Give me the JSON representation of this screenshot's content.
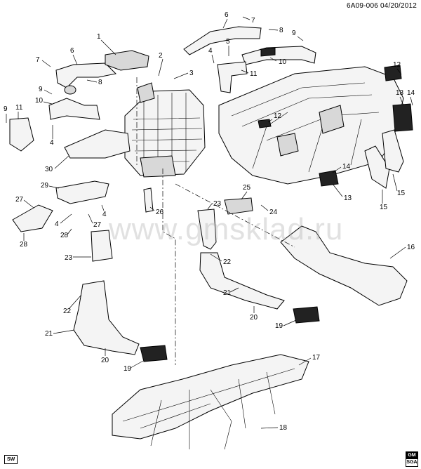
{
  "header": {
    "doc_ref": "6A09-006 04/20/2012"
  },
  "watermark": "www.gmsklad.ru",
  "footer": {
    "sw_badge": "SW",
    "gm_logo_top": "GM",
    "gm_logo_bottom": "SGA"
  },
  "callouts": [
    "1",
    "2",
    "3",
    "4",
    "4",
    "4",
    "4",
    "5",
    "6",
    "6",
    "7",
    "7",
    "8",
    "8",
    "9",
    "9",
    "9",
    "10",
    "10",
    "11",
    "11",
    "11",
    "12",
    "12",
    "13",
    "13",
    "14",
    "14",
    "15",
    "15",
    "16",
    "17",
    "18",
    "19",
    "19",
    "20",
    "20",
    "21",
    "21",
    "22",
    "22",
    "23",
    "23",
    "24",
    "25",
    "26",
    "27",
    "27",
    "28",
    "28",
    "29",
    "30"
  ]
}
